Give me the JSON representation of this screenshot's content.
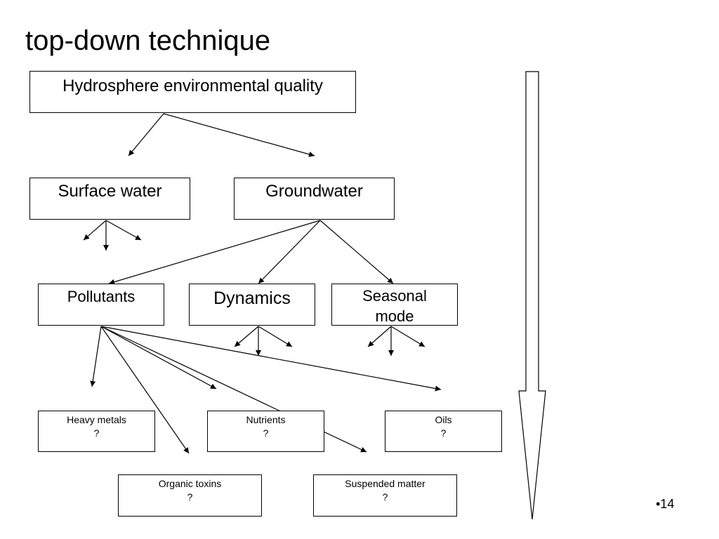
{
  "slide": {
    "title": "top-down technique",
    "number": "•14"
  },
  "nodes": {
    "root": "Hydrosphere environmental quality",
    "surface_water": "Surface water",
    "groundwater": "Groundwater",
    "pollutants": "Pollutants",
    "dynamics": "Dynamics",
    "seasonal_mode": "Seasonal mode",
    "heavy_metals": {
      "name": "Heavy metals",
      "value": "?"
    },
    "nutrients": {
      "name": "Nutrients",
      "value": "?"
    },
    "oils": {
      "name": "Oils",
      "value": "?"
    },
    "organic_toxins": {
      "name": "Organic toxins",
      "value": "?"
    },
    "suspended_matter": {
      "name": "Suspended matter",
      "value": "?"
    }
  }
}
